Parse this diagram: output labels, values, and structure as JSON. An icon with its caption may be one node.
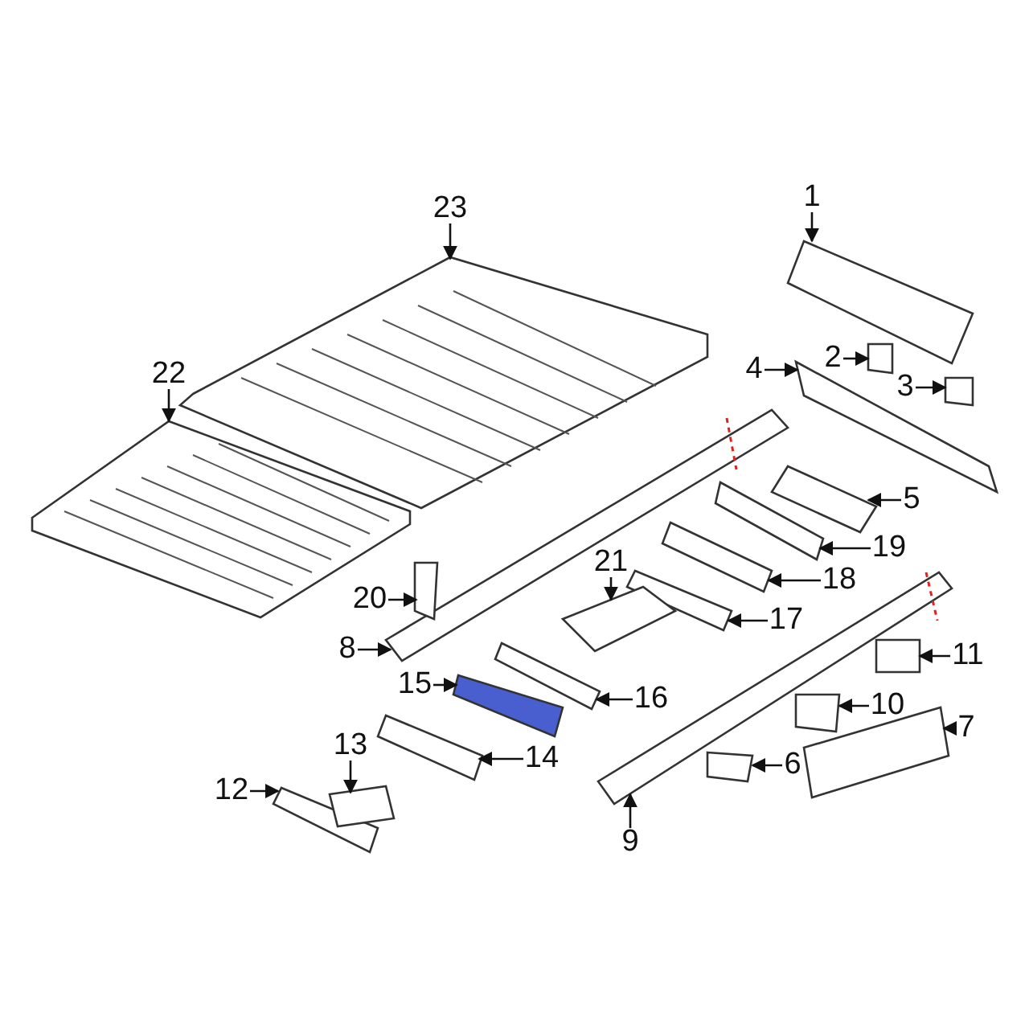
{
  "diagram": {
    "nodes": [
      {
        "text": [
          "1"
        ]
      },
      {
        "text": [
          "2"
        ]
      },
      {
        "text": [
          "3"
        ]
      },
      {
        "text": [
          "4"
        ]
      },
      {
        "text": [
          "5"
        ]
      },
      {
        "text": [
          "6"
        ]
      },
      {
        "text": [
          "7"
        ]
      },
      {
        "text": [
          "8"
        ]
      },
      {
        "text": [
          "9"
        ]
      },
      {
        "text": [
          "10"
        ]
      },
      {
        "text": [
          "11"
        ]
      },
      {
        "text": [
          "12"
        ]
      },
      {
        "text": [
          "13"
        ]
      },
      {
        "text": [
          "14"
        ]
      },
      {
        "text": [
          "15"
        ]
      },
      {
        "text": [
          "16"
        ]
      },
      {
        "text": [
          "17"
        ]
      },
      {
        "text": [
          "18"
        ]
      },
      {
        "text": [
          "19"
        ]
      },
      {
        "text": [
          "20"
        ]
      },
      {
        "text": [
          "21"
        ]
      },
      {
        "text": [
          "22"
        ]
      },
      {
        "text": [
          "23"
        ]
      },
      {
        "text": [],
        "shape": "box"
      },
      {
        "text": [],
        "shape": "box"
      },
      {
        "text": [],
        "shape": "box"
      },
      {
        "text": [],
        "shape": "box"
      },
      {
        "text": [],
        "shape": "box"
      },
      {
        "text": [],
        "shape": "box"
      },
      {
        "text": [],
        "shape": "box"
      },
      {
        "text": [],
        "shape": "box"
      },
      {
        "text": [],
        "shape": "box"
      },
      {
        "text": [],
        "shape": "box"
      },
      {
        "text": [],
        "shape": "box"
      },
      {
        "text": [],
        "shape": "box"
      },
      {
        "text": [],
        "shape": "box"
      },
      {
        "text": [],
        "shape": "box"
      },
      {
        "text": [],
        "shape": "box"
      },
      {
        "text": [],
        "shape": "box"
      },
      {
        "text": [],
        "shape": "box"
      },
      {
        "text": [],
        "shape": "box"
      },
      {
        "text": [],
        "shape": "box"
      },
      {
        "text": [],
        "shape": "box"
      },
      {
        "text": [],
        "shape": "box"
      },
      {
        "text": [],
        "shape": "picture"
      },
      {
        "text": [],
        "shape": "picture"
      }
    ],
    "edges": [
      {
        "from": 0,
        "to": 23,
        "arrow": "to"
      },
      {
        "from": 1,
        "to": 24,
        "arrow": "to"
      },
      {
        "from": 2,
        "to": 25,
        "arrow": "to"
      },
      {
        "from": 3,
        "to": 26,
        "arrow": "to"
      },
      {
        "from": 4,
        "to": 27,
        "arrow": "to"
      },
      {
        "from": 5,
        "to": 28,
        "arrow": "to"
      },
      {
        "from": 6,
        "to": 29,
        "arrow": "to"
      },
      {
        "from": 7,
        "to": 30,
        "arrow": "to"
      },
      {
        "from": 8,
        "to": 31,
        "arrow": "to"
      },
      {
        "from": 9,
        "to": 32,
        "arrow": "to"
      },
      {
        "from": 10,
        "to": 33,
        "arrow": "to"
      },
      {
        "from": 11,
        "to": 34,
        "arrow": "to"
      },
      {
        "from": 12,
        "to": 35,
        "arrow": "to"
      },
      {
        "from": 13,
        "to": 36,
        "arrow": "to"
      },
      {
        "from": 14,
        "to": 37,
        "arrow": "to"
      },
      {
        "from": 15,
        "to": 38,
        "arrow": "to"
      },
      {
        "from": 16,
        "to": 39,
        "arrow": "to"
      },
      {
        "from": 17,
        "to": 40,
        "arrow": "to"
      },
      {
        "from": 18,
        "to": 41,
        "arrow": "to"
      },
      {
        "from": 19,
        "to": 42,
        "arrow": "to"
      },
      {
        "from": 20,
        "to": 43,
        "arrow": "to"
      },
      {
        "from": 21,
        "to": 44,
        "arrow": "to"
      },
      {
        "from": 22,
        "to": 45,
        "arrow": "to"
      }
    ]
  }
}
